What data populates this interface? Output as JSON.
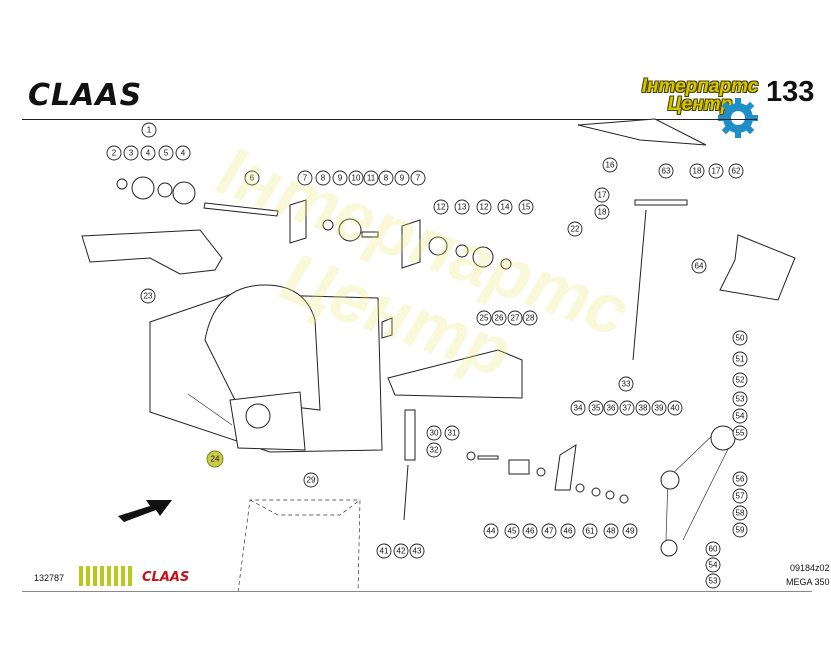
{
  "header": {
    "brand": "CLAAS",
    "page_number": "133"
  },
  "logo": {
    "line1": "Інтерпартс",
    "line2": "Центр",
    "icon": "gear-icon",
    "color": "#d6c600"
  },
  "footer": {
    "code": "132787",
    "brand": "CLAAS",
    "brand_color": "#c8101a",
    "ref": "09184z02",
    "model": "MEGA 350"
  },
  "callouts": [
    "1",
    "2",
    "3",
    "4",
    "5",
    "4",
    "6",
    "7",
    "8",
    "9",
    "10",
    "11",
    "8",
    "9",
    "7",
    "12",
    "13",
    "12",
    "14",
    "15",
    "16",
    "17",
    "18",
    "63",
    "18",
    "17",
    "62",
    "22",
    "64",
    "23",
    "25",
    "26",
    "27",
    "28",
    "50",
    "51",
    "52",
    "33",
    "34",
    "35",
    "36",
    "37",
    "38",
    "39",
    "40",
    "53",
    "54",
    "55",
    "30",
    "31",
    "32",
    "24",
    "29",
    "56",
    "57",
    "58",
    "59",
    "60",
    "54",
    "53",
    "41",
    "42",
    "43",
    "44",
    "45",
    "46",
    "47",
    "46",
    "61",
    "48",
    "49"
  ]
}
